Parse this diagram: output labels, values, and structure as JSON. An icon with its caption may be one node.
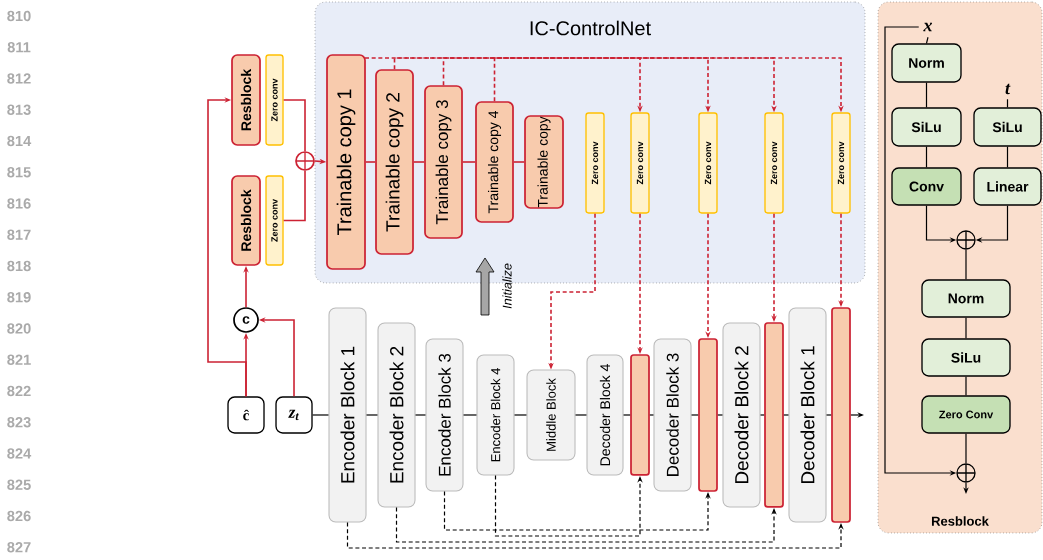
{
  "diagram": {
    "nodes": [
      {
        "text": [
          "IC-ControlNet"
        ]
      },
      {
        "text": [
          "Resblock"
        ]
      },
      {
        "text": [
          "Zero conv"
        ]
      },
      {
        "text": [
          "Resblock"
        ]
      },
      {
        "text": [
          "Zero conv"
        ]
      },
      {
        "text": [],
        "shape": "circle"
      },
      {
        "text": [
          "c"
        ]
      },
      {
        "text": [
          "ĉ"
        ]
      },
      {
        "text": [
          "z$_{t}$"
        ]
      },
      {
        "text": [
          "Trainable copy 1"
        ],
        "in": 0
      },
      {
        "text": [
          "Trainable copy 2"
        ],
        "in": 0
      },
      {
        "text": [
          "Trainable copy 3"
        ],
        "in": 0
      },
      {
        "text": [
          "Trainable copy 4"
        ],
        "in": 0
      },
      {
        "text": [
          "Trainable copy"
        ],
        "in": 0
      },
      {
        "text": [
          "Zero conv"
        ],
        "in": 0
      },
      {
        "text": [
          "Zero conv"
        ],
        "in": 0
      },
      {
        "text": [
          "Zero conv"
        ],
        "in": 0
      },
      {
        "text": [
          "Zero conv"
        ],
        "in": 0
      },
      {
        "text": [
          "Zero conv"
        ],
        "in": 0
      },
      {
        "text": [
          "Encoder Block 1"
        ]
      },
      {
        "text": [
          "Encoder Block 2"
        ]
      },
      {
        "text": [
          "Encoder Block 3"
        ]
      },
      {
        "text": [
          "Encoder Block 4"
        ]
      },
      {
        "text": [
          "Middle Block"
        ]
      },
      {
        "text": [
          "Decoder Block 4"
        ]
      },
      {
        "text": [],
        "shape": "bar"
      },
      {
        "text": [
          "Decoder Block 3"
        ]
      },
      {
        "text": [],
        "shape": "bar"
      },
      {
        "text": [
          "Decoder Block 2"
        ]
      },
      {
        "text": [],
        "shape": "bar"
      },
      {
        "text": [
          "Decoder Block 1"
        ]
      },
      {
        "text": [],
        "shape": "bar"
      },
      {
        "text": [
          "Resblock"
        ]
      },
      {
        "text": [
          "x"
        ],
        "in": 32
      },
      {
        "text": [
          "Norm"
        ],
        "in": 32
      },
      {
        "text": [
          "SiLu"
        ],
        "in": 32
      },
      {
        "text": [
          "Conv"
        ],
        "in": 32
      },
      {
        "text": [
          "t"
        ],
        "in": 32
      },
      {
        "text": [
          "SiLu"
        ],
        "in": 32
      },
      {
        "text": [
          "Linear"
        ],
        "in": 32
      },
      {
        "text": [],
        "shape": "circle",
        "in": 32
      },
      {
        "text": [
          "Norm"
        ],
        "in": 32
      },
      {
        "text": [
          "SiLu"
        ],
        "in": 32
      },
      {
        "text": [
          "Zero Conv"
        ],
        "in": 32
      },
      {
        "text": [],
        "shape": "circle",
        "in": 32
      }
    ],
    "edges": [
      {
        "from": 7,
        "to": 6,
        "arrow": "to",
        "color": "#cc2233"
      },
      {
        "from": 7,
        "to": 1,
        "arrow": "to",
        "color": "#cc2233"
      },
      {
        "from": 8,
        "to": 6,
        "arrow": "to",
        "color": "#cc2233"
      },
      {
        "from": 6,
        "to": 3,
        "arrow": "to",
        "color": "#cc2233"
      },
      {
        "from": 2,
        "to": 5,
        "arrow": "none",
        "color": "#cc2233"
      },
      {
        "from": 4,
        "to": 5,
        "arrow": "none",
        "color": "#cc2233"
      },
      {
        "from": 5,
        "to": 9,
        "arrow": "to",
        "color": "#cc2233"
      },
      {
        "from": 9,
        "to": 10,
        "arrow": "none",
        "color": "#cc2233"
      },
      {
        "from": 10,
        "to": 11,
        "arrow": "none",
        "color": "#cc2233"
      },
      {
        "from": 11,
        "to": 12,
        "arrow": "none",
        "color": "#cc2233"
      },
      {
        "from": 12,
        "to": 13,
        "arrow": "none",
        "color": "#cc2233"
      },
      {
        "from": 9,
        "to": 18,
        "arrow": "to",
        "style": "dashed",
        "color": "#cc2233"
      },
      {
        "from": 10,
        "to": 17,
        "arrow": "to",
        "style": "dashed",
        "color": "#cc2233"
      },
      {
        "from": 11,
        "to": 16,
        "arrow": "to",
        "style": "dashed",
        "color": "#cc2233"
      },
      {
        "from": 12,
        "to": 15,
        "arrow": "to",
        "style": "dashed",
        "color": "#cc2233"
      },
      {
        "from": 14,
        "to": 23,
        "arrow": "to",
        "style": "dashed",
        "color": "#cc2233"
      },
      {
        "from": 15,
        "to": 25,
        "arrow": "to",
        "style": "dashed",
        "color": "#cc2233"
      },
      {
        "from": 16,
        "to": 27,
        "arrow": "to",
        "style": "dashed",
        "color": "#cc2233"
      },
      {
        "from": 17,
        "to": 29,
        "arrow": "to",
        "style": "dashed",
        "color": "#cc2233"
      },
      {
        "from": 18,
        "to": 31,
        "arrow": "to",
        "style": "dashed",
        "color": "#cc2233"
      },
      {
        "from": 8,
        "to": 19,
        "arrow": "none"
      },
      {
        "from": 19,
        "to": 20,
        "arrow": "none"
      },
      {
        "from": 20,
        "to": 21,
        "arrow": "none"
      },
      {
        "from": 21,
        "to": 22,
        "arrow": "none"
      },
      {
        "from": 22,
        "to": 23,
        "arrow": "none"
      },
      {
        "from": 23,
        "to": 24,
        "arrow": "none"
      },
      {
        "from": 24,
        "to": 25,
        "arrow": "none"
      },
      {
        "from": 25,
        "to": 26,
        "arrow": "none"
      },
      {
        "from": 26,
        "to": 27,
        "arrow": "none"
      },
      {
        "from": 27,
        "to": 28,
        "arrow": "none"
      },
      {
        "from": 28,
        "to": 29,
        "arrow": "none"
      },
      {
        "from": 29,
        "to": 30,
        "arrow": "none"
      },
      {
        "from": 30,
        "to": 31,
        "arrow": "none"
      },
      {
        "from": 31,
        "to": null,
        "arrow": "to"
      },
      {
        "from": 19,
        "to": 31,
        "arrow": "to",
        "style": "dashed"
      },
      {
        "from": 20,
        "to": 29,
        "arrow": "to",
        "style": "dashed"
      },
      {
        "from": 21,
        "to": 27,
        "arrow": "to",
        "style": "dashed"
      },
      {
        "from": 22,
        "to": 25,
        "arrow": "to",
        "style": "dashed"
      },
      {
        "from": 33,
        "to": 34,
        "arrow": "none"
      },
      {
        "from": 34,
        "to": 35,
        "arrow": "none"
      },
      {
        "from": 35,
        "to": 36,
        "arrow": "none"
      },
      {
        "from": 36,
        "to": 40,
        "arrow": "to"
      },
      {
        "from": 37,
        "to": 38,
        "arrow": "none"
      },
      {
        "from": 38,
        "to": 39,
        "arrow": "none"
      },
      {
        "from": 39,
        "to": 40,
        "arrow": "to"
      },
      {
        "from": 40,
        "to": 41,
        "arrow": "none"
      },
      {
        "from": 41,
        "to": 42,
        "arrow": "none"
      },
      {
        "from": 42,
        "to": 43,
        "arrow": "none"
      },
      {
        "from": 43,
        "to": 44,
        "arrow": "none"
      },
      {
        "from": 33,
        "to": 44,
        "arrow": "to"
      },
      {
        "from": 44,
        "to": null,
        "arrow": "to"
      }
    ],
    "labels": [
      "810",
      "811",
      "812",
      "813",
      "814",
      "815",
      "816",
      "817",
      "818",
      "819",
      "820",
      "821",
      "822",
      "823",
      "824",
      "825",
      "826",
      "827",
      "Initialize"
    ]
  }
}
